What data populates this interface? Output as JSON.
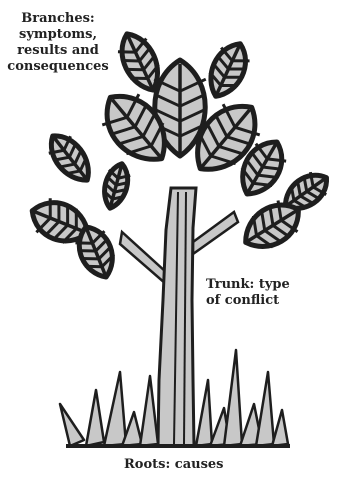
{
  "labels": {
    "branches": [
      "Branches:",
      "symptoms,",
      "results and",
      "consequences"
    ],
    "trunk": [
      "Trunk: type",
      "of conflict"
    ],
    "roots": "Roots: causes"
  },
  "colors": {
    "outline": "#1e1e1e",
    "fill": "#c8c8c8",
    "background": "#ffffff"
  }
}
